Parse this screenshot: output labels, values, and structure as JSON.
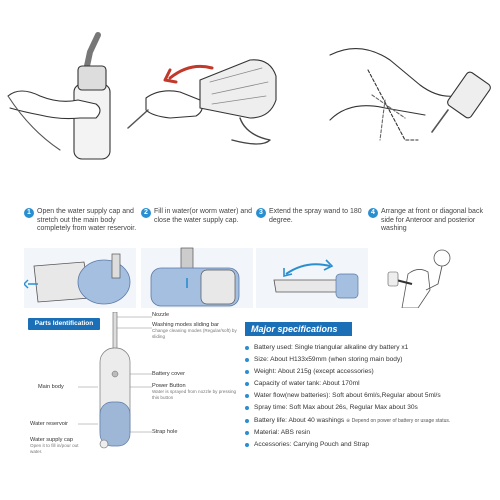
{
  "steps": [
    {
      "num": "1",
      "text": "Open the water supply cap and stretch out the main body completely from water reservoir."
    },
    {
      "num": "2",
      "text": "Fill in water(or worm water) and close the water supply cap."
    },
    {
      "num": "3",
      "text": "Extend the spray wand to 180 degree."
    },
    {
      "num": "4",
      "text": "Arrange at front or diagonal back side for Anteroor and posterior washing"
    }
  ],
  "parts": {
    "title": "Parts Identification",
    "labels": {
      "nozzle": "Nozzle",
      "sliding_bar": "Washing modes sliding bar",
      "sliding_bar_sub": "Change cleaning modes (Regular/soft) by sliding",
      "battery_cover": "Battery cover",
      "power_button": "Power Button",
      "power_button_sub": "Water is sprayed from nozzle by pressing this button",
      "main_body": "Main body",
      "water_reservoir": "Water reservoir",
      "strap_hole": "Strap hole",
      "water_supply_cap": "Water supply cap",
      "water_supply_cap_sub": "Open it to fill in/pour out water."
    }
  },
  "specs": {
    "title": "Major specifications",
    "items": [
      {
        "text": "Battery used: Single triangular alkaline dry battery x1"
      },
      {
        "text": "Size: About H133x59mm (when storing main body)"
      },
      {
        "text": "Weight: About 215g (except accessories)"
      },
      {
        "text": "Capacity of water tank: About 170ml"
      },
      {
        "text": "Water flow(new batteries): Soft about 6ml/s,Regular about 5ml/s"
      },
      {
        "text": "Spray time: Soft  Max about 26s, Regular Max about 30s"
      },
      {
        "text": "Battery life: About 40 washings ",
        "note": "※ Depend on power of battery or usage status."
      },
      {
        "text": "Material: ABS resin"
      },
      {
        "text": "Accessories: Carrying Pouch and Strap"
      }
    ]
  },
  "colors": {
    "accent": "#1b6fb6",
    "bullet": "#2a8fd0",
    "device": "#9fb7d6",
    "line": "#333333"
  }
}
